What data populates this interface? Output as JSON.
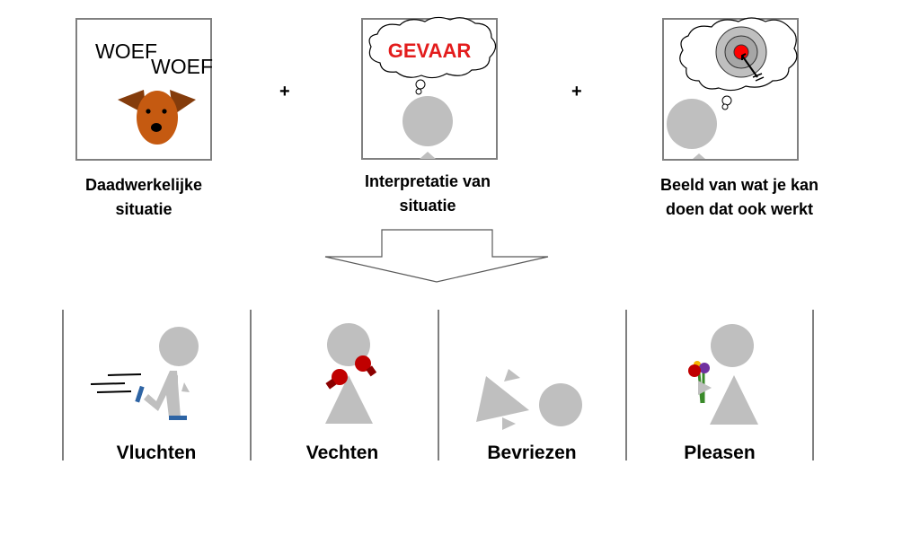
{
  "inputs": [
    {
      "id": "situation",
      "bubble_text": [
        "WOEF",
        "WOEF"
      ],
      "caption": [
        "Daadwerkelijke",
        "situatie"
      ]
    },
    {
      "id": "interpretation",
      "bubble_text": [
        "GEVAAR"
      ],
      "caption": [
        "Interpretatie van",
        "situatie"
      ]
    },
    {
      "id": "image",
      "caption": [
        "Beeld van wat je kan",
        "doen dat ook werkt"
      ]
    }
  ],
  "operators": [
    "+",
    "+"
  ],
  "responses": [
    "Vluchten",
    "Vechten",
    "Bevriezen",
    "Pleasen"
  ],
  "colors": {
    "figure": "#bfbfbf",
    "dog": "#c55a11",
    "dog_ear": "#843c0c",
    "danger": "#e31c1c",
    "shoe": "#2e64a4",
    "glove": "#c00000",
    "frame": "#808080"
  }
}
